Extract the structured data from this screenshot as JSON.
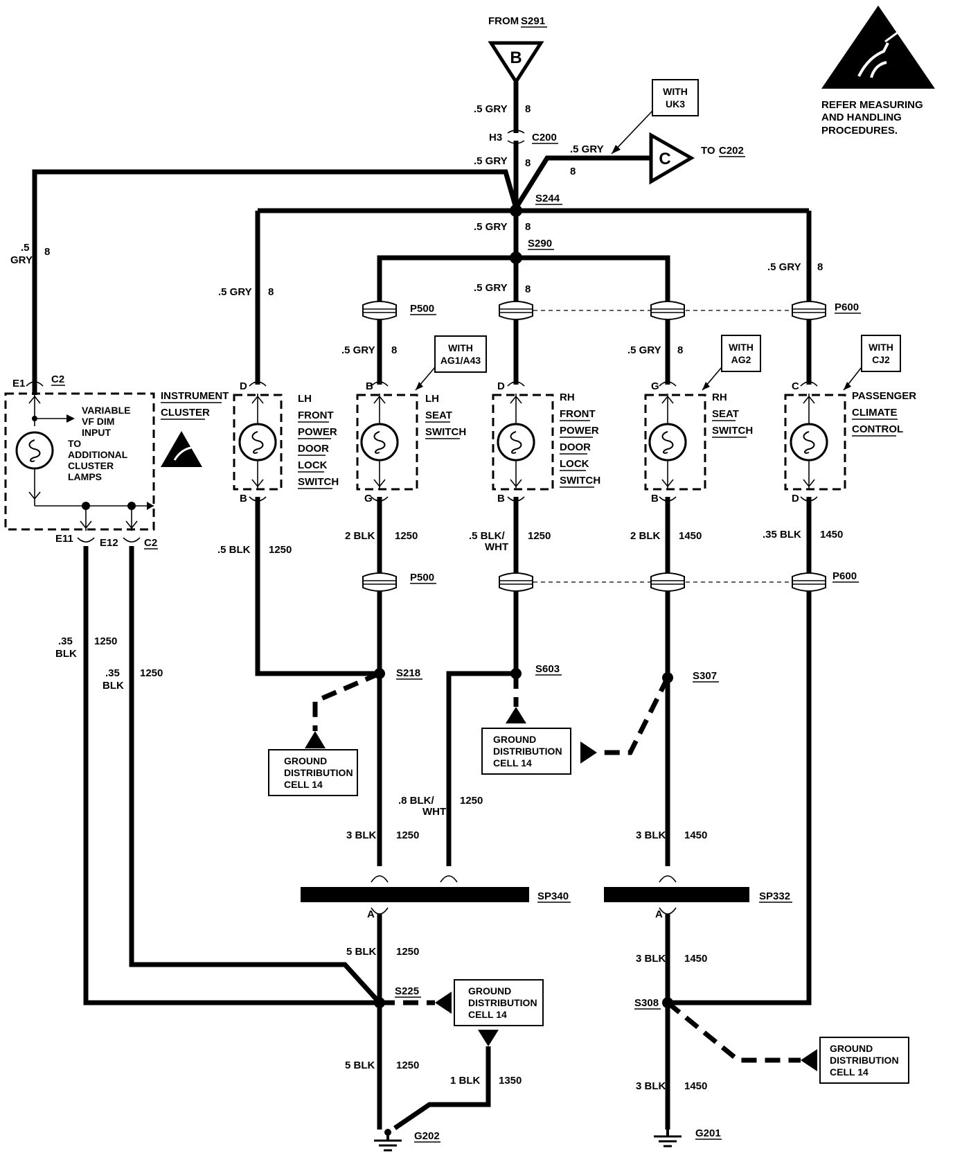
{
  "header": {
    "from_label": "FROM",
    "from_splice": "S291",
    "connector_B": "B",
    "connector_C": "C",
    "to_label": "TO",
    "to_connector": "C202"
  },
  "esd_notice": {
    "line1": "REFER MEASURING",
    "line2": "AND HANDLING",
    "line3": "PROCEDURES."
  },
  "options": {
    "uk3": [
      "WITH",
      "UK3"
    ],
    "ag1_a43": [
      "WITH",
      "AG1/A43"
    ],
    "ag2": [
      "WITH",
      "AG2"
    ],
    "cj2": [
      "WITH",
      "CJ2"
    ]
  },
  "splices": {
    "s244": "S244",
    "s290": "S290",
    "s218": "S218",
    "s603": "S603",
    "s307": "S307",
    "s225": "S225",
    "s308": "S308"
  },
  "connectors": {
    "c200": "C200",
    "h3": "H3",
    "p500_top": "P500",
    "p500_bottom": "P500",
    "p600_top": "P600",
    "p600_bottom": "P600",
    "c2_top": "C2",
    "c2_bottom": "C2",
    "e1": "E1",
    "e11": "E11",
    "e12": "E12"
  },
  "splice_packs": {
    "sp340": "SP340",
    "sp332": "SP332"
  },
  "grounds": {
    "g202": "G202",
    "g201": "G201"
  },
  "ground_ref": [
    "GROUND",
    "DISTRIBUTION",
    "CELL 14"
  ],
  "components": {
    "instrument_cluster": {
      "name": [
        "INSTRUMENT",
        "CLUSTER"
      ],
      "note": [
        "VARIABLE",
        "VF DIM",
        "INPUT",
        "TO",
        "ADDITIONAL",
        "CLUSTER",
        "LAMPS"
      ]
    },
    "lh_door_switch": {
      "name": [
        "LH",
        "FRONT",
        "POWER",
        "DOOR",
        "LOCK",
        "SWITCH"
      ],
      "pin_top": "D",
      "pin_bottom": "B"
    },
    "lh_seat_switch": {
      "name": [
        "LH",
        "SEAT",
        "SWITCH"
      ],
      "pin_top": "B",
      "pin_bottom": "G"
    },
    "rh_door_switch": {
      "name": [
        "RH",
        "FRONT",
        "POWER",
        "DOOR",
        "LOCK",
        "SWITCH"
      ],
      "pin_top": "D",
      "pin_bottom": "B"
    },
    "rh_seat_switch": {
      "name": [
        "RH",
        "SEAT",
        "SWITCH"
      ],
      "pin_top": "G",
      "pin_bottom": "B"
    },
    "climate_control": {
      "name": [
        "PASSENGER",
        "CLIMATE",
        "CONTROL"
      ],
      "pin_top": "C",
      "pin_bottom": "D"
    }
  },
  "wires": {
    "gry_top": {
      "gauge": ".5 GRY",
      "circuit": "8"
    },
    "gry_c200": {
      "gauge": ".5 GRY",
      "circuit": "8"
    },
    "gry_c202": {
      "gauge": ".5 GRY",
      "circuit": "8"
    },
    "gry_left": {
      "gauge1": ".5",
      "gauge2": "GRY",
      "circuit": "8"
    },
    "gry_lh_door": {
      "gauge": ".5 GRY",
      "circuit": "8"
    },
    "gry_s290": {
      "gauge": ".5 GRY",
      "circuit": "8"
    },
    "gry_rh_door": {
      "gauge": ".5 GRY",
      "circuit": "8"
    },
    "gry_climate": {
      "gauge": ".5 GRY",
      "circuit": "8"
    },
    "gry_lh_seat": {
      "gauge": ".5 GRY",
      "circuit": "8"
    },
    "gry_rh_seat": {
      "gauge": ".5 GRY",
      "circuit": "8"
    },
    "blk_lh_door": {
      "gauge": ".5 BLK",
      "circuit": "1250"
    },
    "blk_lh_seat": {
      "gauge": "2 BLK",
      "circuit": "1250"
    },
    "blk_rh_door": {
      "gauge1": ".5 BLK/",
      "gauge2": "WHT",
      "circuit": "1250"
    },
    "blk_rh_seat": {
      "gauge": "2 BLK",
      "circuit": "1450"
    },
    "blk_climate": {
      "gauge": ".35 BLK",
      "circuit": "1450"
    },
    "blk_e11": {
      "gauge1": ".35",
      "gauge2": "BLK",
      "circuit": "1250"
    },
    "blk_e12": {
      "gauge1": ".35",
      "gauge2": "BLK",
      "circuit": "1250"
    },
    "blk_s603": {
      "gauge1": ".8 BLK/",
      "gauge2": "WHT",
      "circuit": "1250"
    },
    "blk_s218_sp340": {
      "gauge": "3 BLK",
      "circuit": "1250"
    },
    "blk_s307_sp332": {
      "gauge": "3 BLK",
      "circuit": "1450"
    },
    "blk_sp340_s225": {
      "gauge": "5 BLK",
      "circuit": "1250"
    },
    "blk_sp332_s308": {
      "gauge": "3 BLK",
      "circuit": "1450"
    },
    "blk_s225_g202": {
      "gauge": "5 BLK",
      "circuit": "1250"
    },
    "blk_g202_alt": {
      "gauge": "1 BLK",
      "circuit": "1350"
    },
    "blk_s308_g201": {
      "gauge": "3 BLK",
      "circuit": "1450"
    }
  },
  "pin_labels": {
    "sp340_a": "A",
    "sp332_a": "A"
  }
}
